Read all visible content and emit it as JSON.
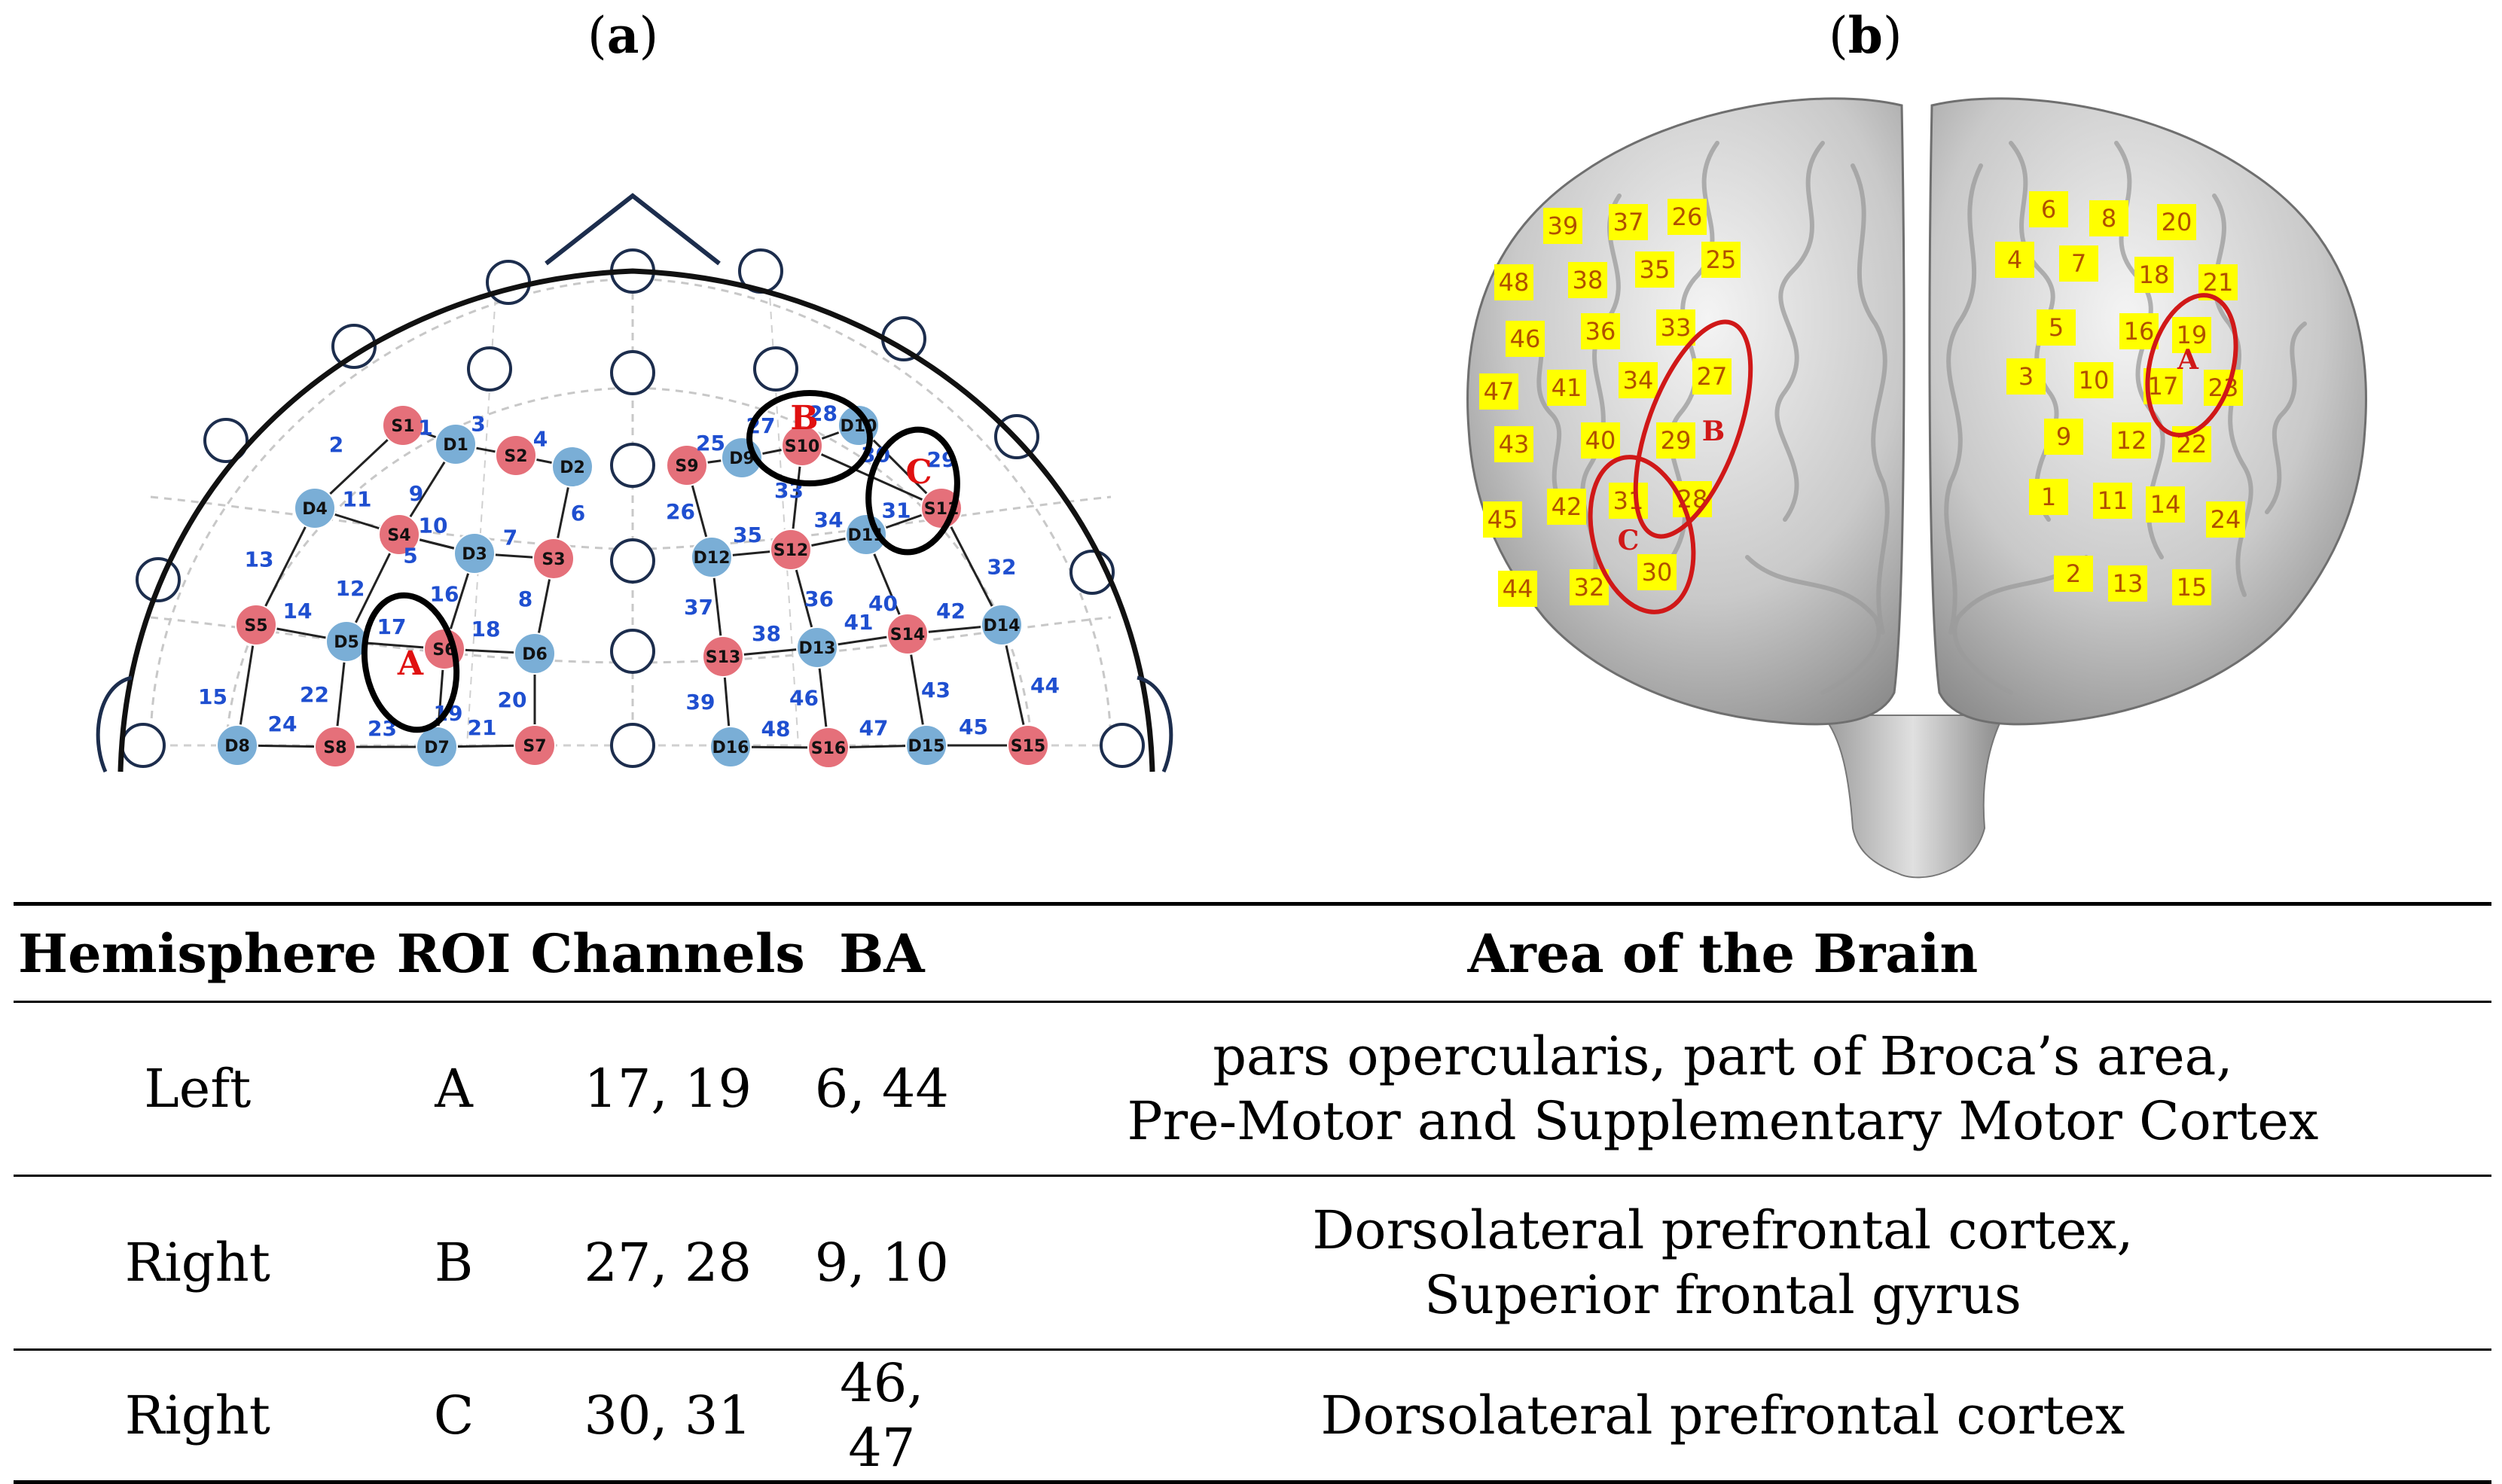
{
  "panels": {
    "a_label": "a",
    "b_label": "b"
  },
  "montage": {
    "sources": [
      {
        "id": "S1",
        "label": "S1"
      },
      {
        "id": "S2",
        "label": "S2"
      },
      {
        "id": "S3",
        "label": "S3"
      },
      {
        "id": "S4",
        "label": "S4"
      },
      {
        "id": "S5",
        "label": "S5"
      },
      {
        "id": "S6",
        "label": "S6"
      },
      {
        "id": "S7",
        "label": "S7"
      },
      {
        "id": "S8",
        "label": "S8"
      },
      {
        "id": "S9",
        "label": "S9"
      },
      {
        "id": "S10",
        "label": "S10"
      },
      {
        "id": "S11",
        "label": "S11"
      },
      {
        "id": "S12",
        "label": "S12"
      },
      {
        "id": "S13",
        "label": "S13"
      },
      {
        "id": "S14",
        "label": "S14"
      },
      {
        "id": "S15",
        "label": "S15"
      },
      {
        "id": "S16",
        "label": "S16"
      }
    ],
    "detectors": [
      {
        "id": "D1",
        "label": "D1"
      },
      {
        "id": "D2",
        "label": "D2"
      },
      {
        "id": "D3",
        "label": "D3"
      },
      {
        "id": "D4",
        "label": "D4"
      },
      {
        "id": "D5",
        "label": "D5"
      },
      {
        "id": "D6",
        "label": "D6"
      },
      {
        "id": "D7",
        "label": "D7"
      },
      {
        "id": "D8",
        "label": "D8"
      },
      {
        "id": "D9",
        "label": "D9"
      },
      {
        "id": "D10",
        "label": "D10"
      },
      {
        "id": "D11",
        "label": "D11"
      },
      {
        "id": "D12",
        "label": "D12"
      },
      {
        "id": "D13",
        "label": "D13"
      },
      {
        "id": "D14",
        "label": "D14"
      },
      {
        "id": "D15",
        "label": "D15"
      },
      {
        "id": "D16",
        "label": "D16"
      }
    ],
    "channels": [
      {
        "n": "1",
        "a": "S1",
        "b": "D1"
      },
      {
        "n": "2",
        "a": "S1",
        "b": "D4"
      },
      {
        "n": "3",
        "a": "D1",
        "b": "S2"
      },
      {
        "n": "4",
        "a": "S2",
        "b": "D2"
      },
      {
        "n": "5",
        "a": "S4",
        "b": "D3"
      },
      {
        "n": "6",
        "a": "D2",
        "b": "S3"
      },
      {
        "n": "7",
        "a": "D3",
        "b": "S3"
      },
      {
        "n": "8",
        "a": "S3",
        "b": "D6"
      },
      {
        "n": "9",
        "a": "D1",
        "b": "S4"
      },
      {
        "n": "10",
        "a": "S4",
        "b": "D3"
      },
      {
        "n": "11",
        "a": "D4",
        "b": "S4"
      },
      {
        "n": "12",
        "a": "S4",
        "b": "D5"
      },
      {
        "n": "13",
        "a": "D4",
        "b": "S5"
      },
      {
        "n": "14",
        "a": "S5",
        "b": "D5"
      },
      {
        "n": "15",
        "a": "S5",
        "b": "D8"
      },
      {
        "n": "16",
        "a": "D3",
        "b": "S6"
      },
      {
        "n": "17",
        "a": "D5",
        "b": "S6"
      },
      {
        "n": "18",
        "a": "S6",
        "b": "D6"
      },
      {
        "n": "19",
        "a": "S6",
        "b": "D7"
      },
      {
        "n": "20",
        "a": "D6",
        "b": "S7"
      },
      {
        "n": "21",
        "a": "D7",
        "b": "S7"
      },
      {
        "n": "22",
        "a": "D5",
        "b": "S8"
      },
      {
        "n": "23",
        "a": "S8",
        "b": "D7"
      },
      {
        "n": "24",
        "a": "D8",
        "b": "S8"
      },
      {
        "n": "25",
        "a": "S9",
        "b": "D9"
      },
      {
        "n": "26",
        "a": "S9",
        "b": "D12"
      },
      {
        "n": "27",
        "a": "D9",
        "b": "S10"
      },
      {
        "n": "28",
        "a": "S10",
        "b": "D10"
      },
      {
        "n": "29",
        "a": "D10",
        "b": "S11"
      },
      {
        "n": "30",
        "a": "S10",
        "b": "S11"
      },
      {
        "n": "31",
        "a": "D11",
        "b": "S11"
      },
      {
        "n": "32",
        "a": "S11",
        "b": "D14"
      },
      {
        "n": "33",
        "a": "S10",
        "b": "S12"
      },
      {
        "n": "34",
        "a": "S12",
        "b": "D11"
      },
      {
        "n": "35",
        "a": "D12",
        "b": "S12"
      },
      {
        "n": "36",
        "a": "S12",
        "b": "D13"
      },
      {
        "n": "37",
        "a": "D12",
        "b": "S13"
      },
      {
        "n": "38",
        "a": "S13",
        "b": "D13"
      },
      {
        "n": "39",
        "a": "S13",
        "b": "D16"
      },
      {
        "n": "40",
        "a": "D11",
        "b": "S14"
      },
      {
        "n": "41",
        "a": "D13",
        "b": "S14"
      },
      {
        "n": "42",
        "a": "S14",
        "b": "D14"
      },
      {
        "n": "43",
        "a": "S14",
        "b": "D15"
      },
      {
        "n": "44",
        "a": "D14",
        "b": "S15"
      },
      {
        "n": "45",
        "a": "D15",
        "b": "S15"
      },
      {
        "n": "46",
        "a": "D13",
        "b": "S16"
      },
      {
        "n": "47",
        "a": "S16",
        "b": "D15"
      },
      {
        "n": "48",
        "a": "D16",
        "b": "S16"
      }
    ],
    "rois": [
      {
        "label": "A"
      },
      {
        "label": "B"
      },
      {
        "label": "C"
      }
    ],
    "colors": {
      "source": "#e5707a",
      "detector": "#7aaed6",
      "channel_text": "#1f4fd0",
      "roi_text": "#e01010",
      "roi_ring": "#000000"
    }
  },
  "brain": {
    "channel_labels": [
      "1",
      "2",
      "3",
      "4",
      "5",
      "6",
      "7",
      "8",
      "9",
      "10",
      "11",
      "12",
      "13",
      "14",
      "15",
      "16",
      "17",
      "18",
      "19",
      "20",
      "21",
      "22",
      "23",
      "24",
      "25",
      "26",
      "27",
      "28",
      "29",
      "30",
      "31",
      "32",
      "33",
      "34",
      "35",
      "36",
      "37",
      "38",
      "39",
      "40",
      "41",
      "42",
      "43",
      "44",
      "45",
      "46",
      "47",
      "48"
    ],
    "rois": [
      {
        "label": "A"
      },
      {
        "label": "B"
      },
      {
        "label": "C"
      }
    ],
    "colors": {
      "label_bg": "#ffff00",
      "label_text": "#b05000",
      "roi_ring": "#d01818"
    }
  },
  "table": {
    "headers": [
      "Hemisphere",
      "ROI",
      "Channels",
      "BA",
      "Area of the Brain"
    ],
    "rows": [
      {
        "hemisphere": "Left",
        "roi": "A",
        "channels": "17, 19",
        "ba": "6, 44",
        "area": [
          "pars opercularis, part of Broca’s area,",
          "Pre-Motor and Supplementary Motor Cortex"
        ]
      },
      {
        "hemisphere": "Right",
        "roi": "B",
        "channels": "27, 28",
        "ba": "9, 10",
        "area": [
          "Dorsolateral prefrontal cortex,",
          "Superior frontal gyrus"
        ]
      },
      {
        "hemisphere": "Right",
        "roi": "C",
        "channels": "30, 31",
        "ba": "46, 47",
        "area": [
          "Dorsolateral prefrontal cortex"
        ]
      }
    ]
  }
}
